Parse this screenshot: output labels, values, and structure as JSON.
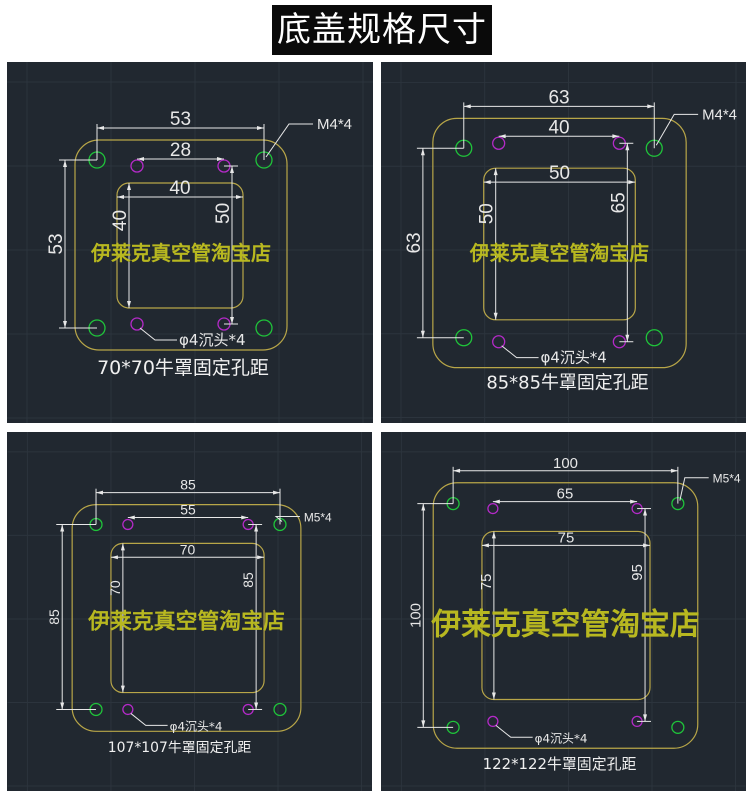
{
  "title": "底盖规格尺寸",
  "watermark": "伊莱克真空管淘宝店",
  "colors": {
    "background": "#212830",
    "outline": "#b8a648",
    "hole_mount": "#1fc43a",
    "hole_csk": "#b42ac8",
    "dim": "#e8e8e8",
    "watermark": "#b8b820"
  },
  "panels": [
    {
      "dims": {
        "a": "53",
        "b": "28",
        "c": "40",
        "d": "53",
        "e": "40",
        "f": "50"
      },
      "hole_label": "M4*4",
      "csk_label": "φ4沉头*4",
      "caption": "70*70牛罩固定孔距"
    },
    {
      "dims": {
        "a": "63",
        "b": "40",
        "c": "50",
        "d": "63",
        "e": "50",
        "f": "65"
      },
      "hole_label": "M4*4",
      "csk_label": "φ4沉头*4",
      "caption": "85*85牛罩固定孔距"
    },
    {
      "dims": {
        "a": "85",
        "b": "55",
        "c": "70",
        "d": "85",
        "e": "70",
        "f": "85"
      },
      "hole_label": "M5*4",
      "csk_label": "φ4沉头*4",
      "caption": "107*107牛罩固定孔距"
    },
    {
      "dims": {
        "a": "100",
        "b": "65",
        "c": "75",
        "d": "100",
        "e": "75",
        "f": "95"
      },
      "hole_label": "M5*4",
      "csk_label": "φ4沉头*4",
      "caption": "122*122牛罩固定孔距"
    }
  ]
}
